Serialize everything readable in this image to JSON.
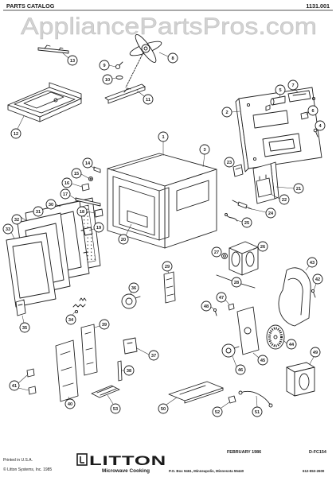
{
  "header": {
    "title": "PARTS CATALOG",
    "catalog_number": "1131.001"
  },
  "watermark": "AppliancePartsPros.com",
  "callouts": {
    "n1": "1",
    "n2": "2",
    "n3": "3",
    "n4": "4",
    "n5": "5",
    "n6": "6",
    "n7": "7",
    "n8": "8",
    "n9": "9",
    "n10": "10",
    "n11": "11",
    "n12": "12",
    "n13": "13",
    "n14": "14",
    "n15": "15",
    "n16": "16",
    "n17": "17",
    "n18": "18",
    "n19": "19",
    "n20": "20",
    "n21": "21",
    "n22": "22",
    "n23": "23",
    "n24": "24",
    "n25": "25",
    "n26": "26",
    "n27": "27",
    "n28": "28",
    "n29": "29",
    "n30": "30",
    "n31": "31",
    "n32": "32",
    "n33": "33",
    "n34": "34",
    "n35": "35",
    "n36": "36",
    "n37": "37",
    "n38": "38",
    "n39": "39",
    "n40": "40",
    "n41": "41",
    "n42": "42",
    "n43": "43",
    "n44": "44",
    "n45": "45",
    "n46": "46",
    "n47": "47",
    "n48": "48",
    "n49": "49",
    "n50": "50",
    "n51": "51",
    "n52": "52",
    "n53": "53"
  },
  "footer": {
    "printed": "Printed in U.S.A.",
    "copyright": "© Litton Systems, Inc. 1985",
    "brand": "LITTON",
    "brand_tagline": "Microwave Cooking",
    "date": "FEBRUARY 1986",
    "form_number": "D-FC154",
    "address": "P.O. Box 9461, Minneapolis, Minnesota 55440",
    "phone": "612-553-2600"
  },
  "colors": {
    "ink": "#1a1a1a",
    "watermark": "#d2d2d2",
    "paper": "#ffffff"
  }
}
